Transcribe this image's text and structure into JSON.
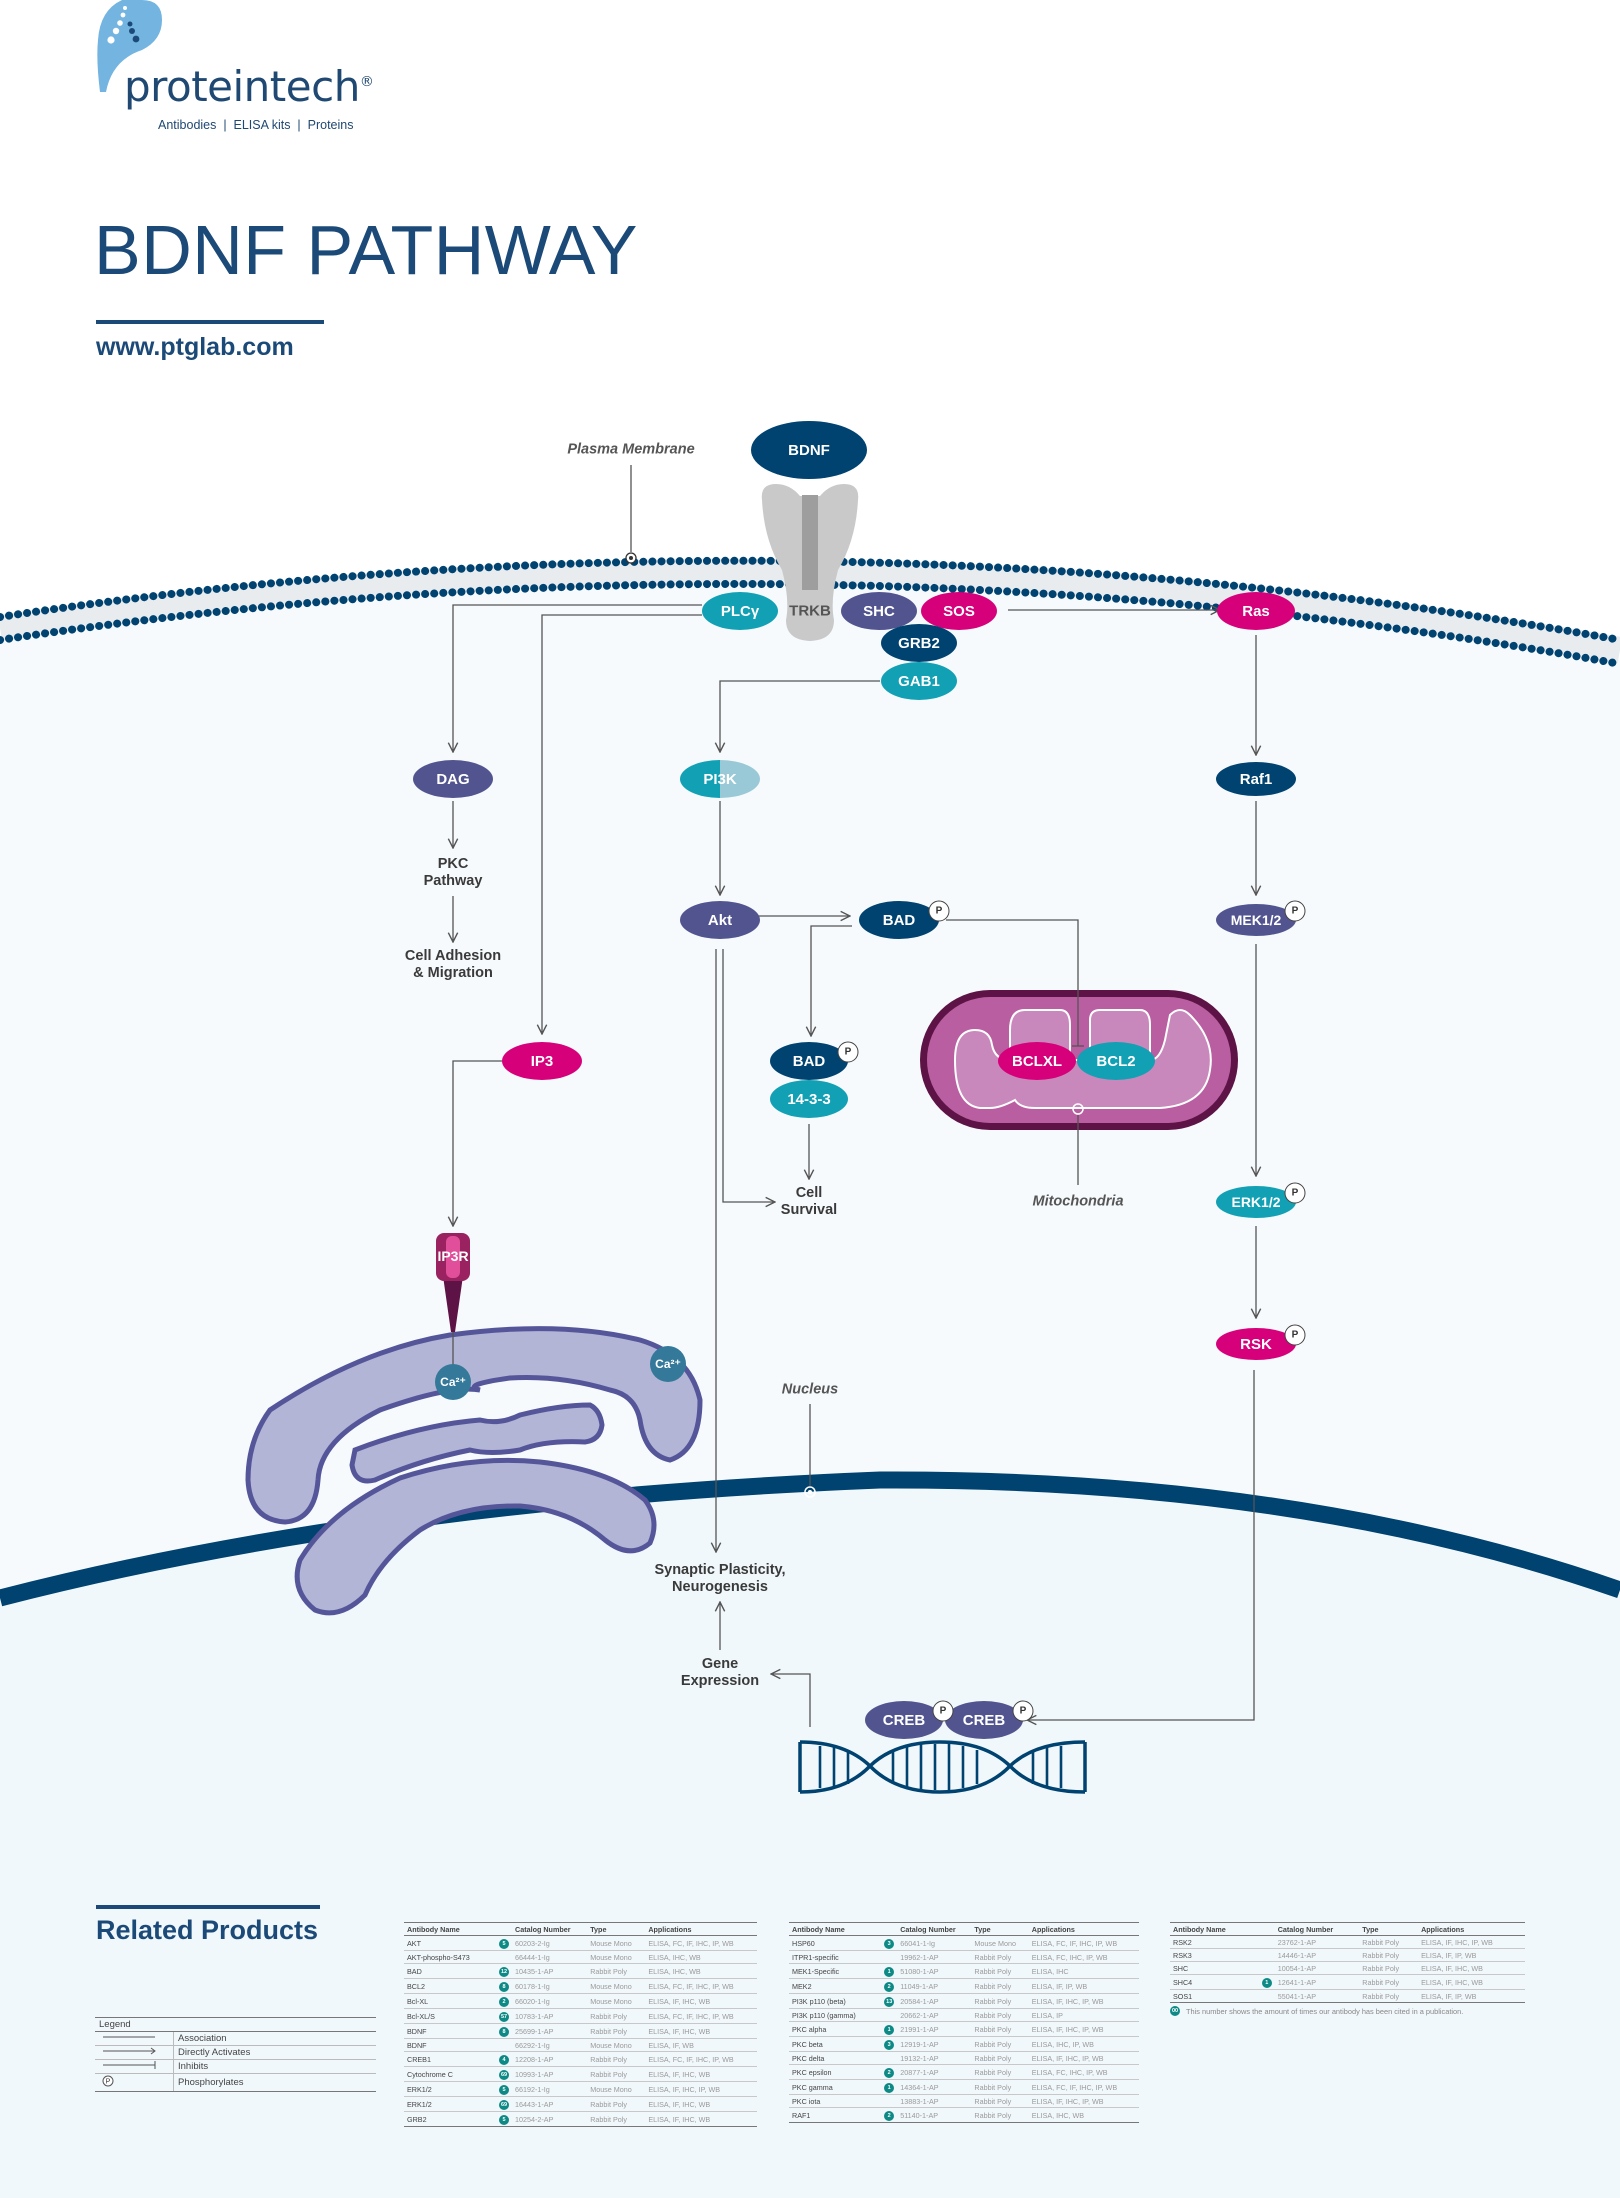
{
  "brand": {
    "name": "proteintech",
    "registered": "®",
    "tagline": "Antibodies  |  ELISA kits  |  Proteins",
    "colors": {
      "navy": "#004270",
      "teal": "#11a0b4",
      "purple": "#52548f",
      "pink": "#d6007a",
      "logo_blue": "#74b4e0",
      "title": "#1c4a78"
    }
  },
  "header": {
    "title": "BDNF PATHWAY",
    "url": "www.ptglab.com"
  },
  "diagram": {
    "labels": {
      "plasma_membrane": "Plasma Membrane",
      "mitochondria": "Mitochondria",
      "nucleus": "Nucleus",
      "pkc_pathway": "PKC\nPathway",
      "cell_adhesion": "Cell Adhesion\n& Migration",
      "cell_survival": "Cell\nSurvival",
      "synaptic_plasticity": "Synaptic Plasticity,\nNeurogenesis",
      "gene_expression": "Gene\nExpression",
      "phospho": "P",
      "calcium": "Ca²⁺"
    },
    "nodes": {
      "bdnf": "BDNF",
      "trkb": "TRKB",
      "plcg": "PLCγ",
      "shc": "SHC",
      "sos": "SOS",
      "grb2": "GRB2",
      "gab1": "GAB1",
      "ras": "Ras",
      "dag": "DAG",
      "pi3k": "PI3K",
      "raf1": "Raf1",
      "akt": "Akt",
      "bad": "BAD",
      "mek": "MEK1/2",
      "ip3": "IP3",
      "bad_bound": "BAD",
      "p1433": "14-3-3",
      "bclxl": "BCLXL",
      "bcl2": "BCL2",
      "erk": "ERK1/2",
      "ip3r": "IP3R",
      "rsk": "RSK",
      "creb_1": "CREB",
      "creb_2": "CREB"
    }
  },
  "related_products": {
    "title": "Related Products",
    "columns": [
      "Antibody Name",
      "Catalog Number",
      "Type",
      "Applications"
    ],
    "tables": [
      [
        {
          "name": "AKT",
          "cites": "5",
          "catalog": "60203-2-Ig",
          "type": "Mouse Mono",
          "apps": "ELISA, FC, IF, IHC, IP, WB"
        },
        {
          "name": "AKT-phospho-S473",
          "cites": "",
          "catalog": "66444-1-Ig",
          "type": "Mouse Mono",
          "apps": "ELISA, IHC, WB"
        },
        {
          "name": "BAD",
          "cites": "12",
          "catalog": "10435-1-AP",
          "type": "Rabbit Poly",
          "apps": "ELISA, IHC, WB"
        },
        {
          "name": "BCL2",
          "cites": "8",
          "catalog": "60178-1-Ig",
          "type": "Mouse Mono",
          "apps": "ELISA, FC, IF, IHC, IP, WB"
        },
        {
          "name": "Bcl-XL",
          "cites": "2",
          "catalog": "66020-1-Ig",
          "type": "Mouse Mono",
          "apps": "ELISA, IF, IHC, WB"
        },
        {
          "name": "Bcl-XL/S",
          "cites": "57",
          "catalog": "10783-1-AP",
          "type": "Rabbit Poly",
          "apps": "ELISA, FC, IF, IHC, IP, WB"
        },
        {
          "name": "BDNF",
          "cites": "8",
          "catalog": "25699-1-AP",
          "type": "Rabbit Poly",
          "apps": "ELISA, IF, IHC, WB"
        },
        {
          "name": "BDNF",
          "cites": "",
          "catalog": "66292-1-Ig",
          "type": "Mouse Mono",
          "apps": "ELISA, IF, WB"
        },
        {
          "name": "CREB1",
          "cites": "4",
          "catalog": "12208-1-AP",
          "type": "Rabbit Poly",
          "apps": "ELISA, FC, IF, IHC, IP, WB"
        },
        {
          "name": "Cytochrome C",
          "cites": "69",
          "catalog": "10993-1-AP",
          "type": "Rabbit Poly",
          "apps": "ELISA, IF, IHC, WB"
        },
        {
          "name": "ERK1/2",
          "cites": "5",
          "catalog": "66192-1-Ig",
          "type": "Mouse Mono",
          "apps": "ELISA, IF, IHC, IP, WB"
        },
        {
          "name": "ERK1/2",
          "cites": "69",
          "catalog": "16443-1-AP",
          "type": "Rabbit Poly",
          "apps": "ELISA, IF, IHC, WB"
        },
        {
          "name": "GRB2",
          "cites": "5",
          "catalog": "10254-2-AP",
          "type": "Rabbit Poly",
          "apps": "ELISA, IF, IHC, WB"
        }
      ],
      [
        {
          "name": "HSP60",
          "cites": "3",
          "catalog": "66041-1-Ig",
          "type": "Mouse Mono",
          "apps": "ELISA, FC, IF, IHC, IP, WB"
        },
        {
          "name": "ITPR1-specific",
          "cites": "",
          "catalog": "19962-1-AP",
          "type": "Rabbit Poly",
          "apps": "ELISA, FC, IHC, IP, WB"
        },
        {
          "name": "MEK1-Specific",
          "cites": "1",
          "catalog": "51080-1-AP",
          "type": "Rabbit Poly",
          "apps": "ELISA, IHC"
        },
        {
          "name": "MEK2",
          "cites": "2",
          "catalog": "11049-1-AP",
          "type": "Rabbit Poly",
          "apps": "ELISA, IF, IP, WB"
        },
        {
          "name": "PI3K p110 (beta)",
          "cites": "13",
          "catalog": "20584-1-AP",
          "type": "Rabbit Poly",
          "apps": "ELISA, IF, IHC, IP, WB"
        },
        {
          "name": "PI3K p110 (gamma)",
          "cites": "",
          "catalog": "20662-1-AP",
          "type": "Rabbit Poly",
          "apps": "ELISA, IP"
        },
        {
          "name": "PKC alpha",
          "cites": "1",
          "catalog": "21991-1-AP",
          "type": "Rabbit Poly",
          "apps": "ELISA, IF, IHC, IP, WB"
        },
        {
          "name": "PKC beta",
          "cites": "3",
          "catalog": "12919-1-AP",
          "type": "Rabbit Poly",
          "apps": "ELISA, IHC, IP, WB"
        },
        {
          "name": "PKC delta",
          "cites": "",
          "catalog": "19132-1-AP",
          "type": "Rabbit Poly",
          "apps": "ELISA, IF, IHC, IP, WB"
        },
        {
          "name": "PKC epsilon",
          "cites": "2",
          "catalog": "20877-1-AP",
          "type": "Rabbit Poly",
          "apps": "ELISA, FC, IHC, IP, WB"
        },
        {
          "name": "PKC gamma",
          "cites": "1",
          "catalog": "14364-1-AP",
          "type": "Rabbit Poly",
          "apps": "ELISA, FC, IF, IHC, IP, WB"
        },
        {
          "name": "PKC iota",
          "cites": "",
          "catalog": "13883-1-AP",
          "type": "Rabbit Poly",
          "apps": "ELISA, IF, IHC, IP, WB"
        },
        {
          "name": "RAF1",
          "cites": "2",
          "catalog": "51140-1-AP",
          "type": "Rabbit Poly",
          "apps": "ELISA, IHC, WB"
        }
      ],
      [
        {
          "name": "RSK2",
          "cites": "",
          "catalog": "23762-1-AP",
          "type": "Rabbit Poly",
          "apps": "ELISA, IF, IHC, IP, WB"
        },
        {
          "name": "RSK3",
          "cites": "",
          "catalog": "14446-1-AP",
          "type": "Rabbit Poly",
          "apps": "ELISA, IF, IP, WB"
        },
        {
          "name": "SHC",
          "cites": "",
          "catalog": "10054-1-AP",
          "type": "Rabbit Poly",
          "apps": "ELISA, IF, IHC, WB"
        },
        {
          "name": "SHC4",
          "cites": "1",
          "catalog": "12641-1-AP",
          "type": "Rabbit Poly",
          "apps": "ELISA, IF, IHC, WB"
        },
        {
          "name": "SOS1",
          "cites": "",
          "catalog": "55041-1-AP",
          "type": "Rabbit Poly",
          "apps": "ELISA, IF, IP, WB"
        }
      ]
    ],
    "footnote_badge": "00",
    "footnote": "This number shows the amount of times our antibody has been cited in a publication."
  },
  "legend": {
    "title": "Legend",
    "items": [
      {
        "symbol": "association-line",
        "label": "Association"
      },
      {
        "symbol": "activation-arrow",
        "label": "Directly Activates"
      },
      {
        "symbol": "inhibition-bar",
        "label": "Inhibits"
      },
      {
        "symbol": "phospho-circle",
        "label": "Phosphorylates"
      }
    ]
  }
}
